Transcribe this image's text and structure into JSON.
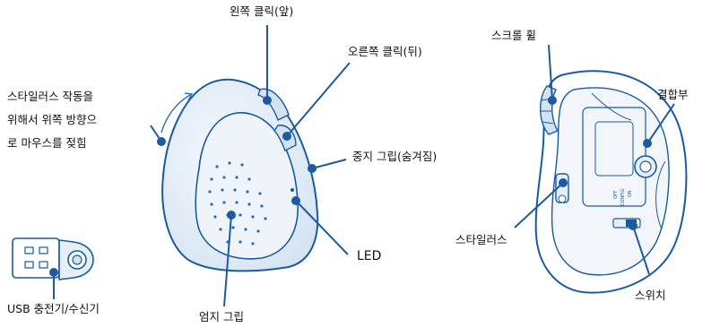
{
  "labels": {
    "left_click": "왼쪽 클릭(앞)",
    "right_click": "오른쪽 클릭(뒤)",
    "tilt_line1": "스타일러스 작동을",
    "tilt_line2": "위해서 위쪽 방향으",
    "tilt_line3": "로 마우스를 젖힘",
    "middle_grip": "중지 그립(숨겨짐)",
    "led": "LED",
    "thumb_grip": "엄지 그립",
    "usb": "USB 충전기/수신기",
    "scroll_wheel": "스크롤 휠",
    "coupling": "결합부",
    "stylus": "스타일러스",
    "switch": "스위치"
  },
  "switch_print": {
    "off": "OFF",
    "config": "CONFIG",
    "on": "ON"
  },
  "colors": {
    "outline": "#1a5aa0",
    "fill": "#e6eef7",
    "accent": "#2a6cb4",
    "pointer": "#1e5aa0"
  }
}
